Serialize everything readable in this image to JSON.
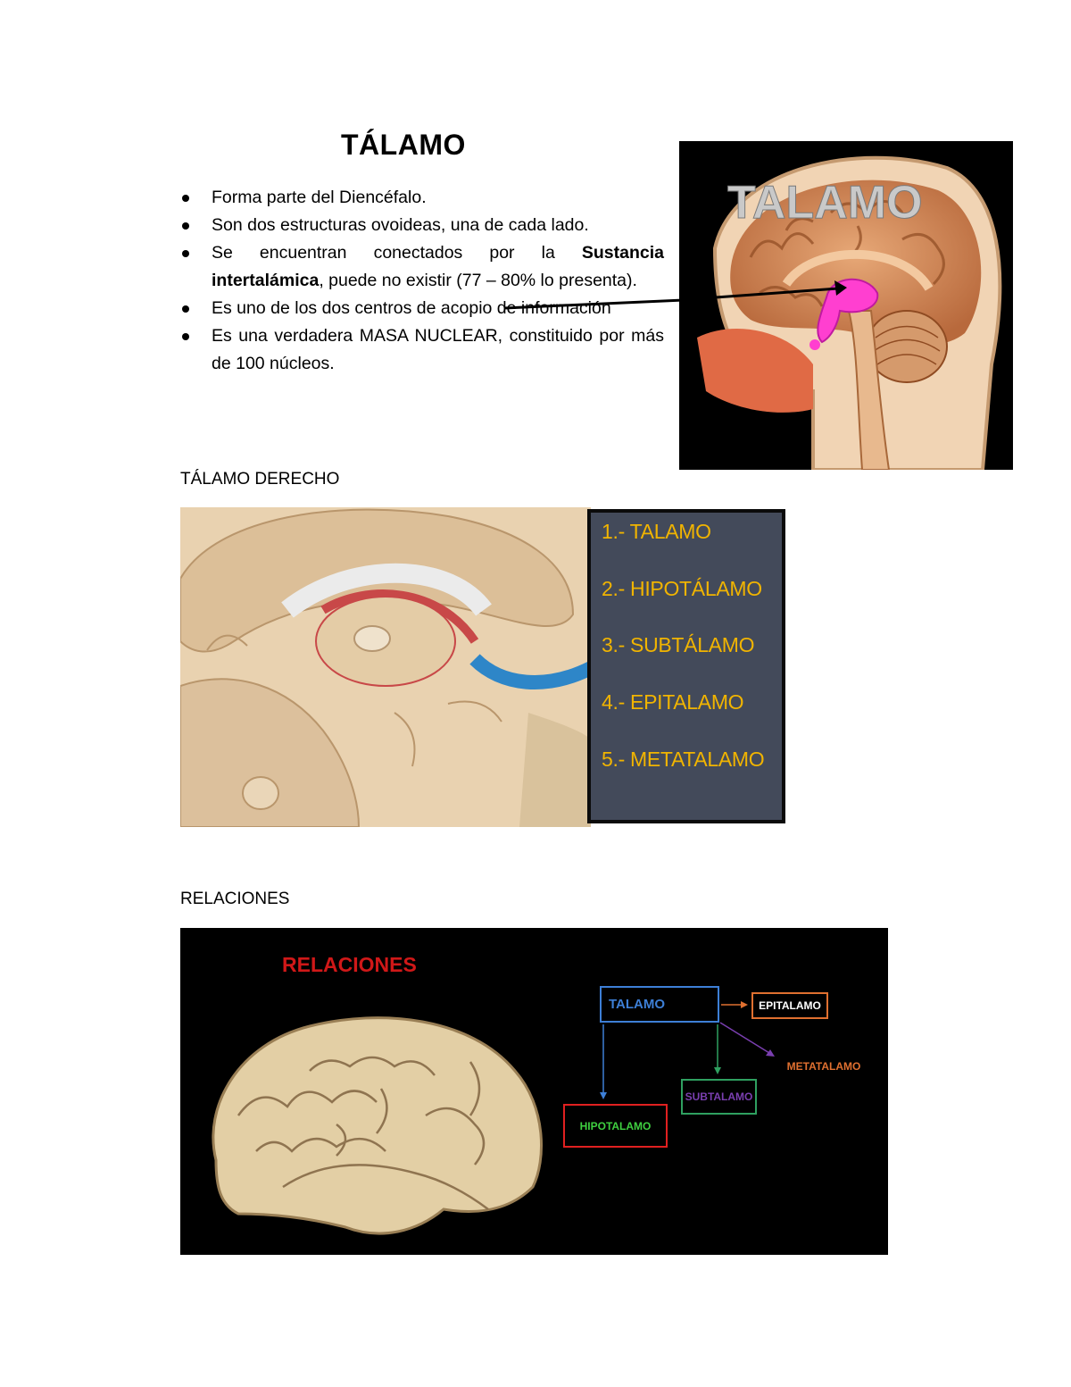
{
  "title": "TÁLAMO",
  "bullets": [
    {
      "parts": [
        {
          "text": "Forma parte del Diencéfalo.",
          "bold": false
        }
      ]
    },
    {
      "parts": [
        {
          "text": "Son dos estructuras ovoideas, una de cada lado.",
          "bold": false
        }
      ]
    },
    {
      "parts": [
        {
          "text": "Se encuentran conectados por la ",
          "bold": false
        },
        {
          "text": "Sustancia intertalámica",
          "bold": true
        },
        {
          "text": ", puede no existir (77 – 80% lo presenta).",
          "bold": false
        }
      ]
    },
    {
      "parts": [
        {
          "text": "Es uno de los dos centros de acopio de información",
          "bold": false
        }
      ]
    },
    {
      "parts": [
        {
          "text": "Es una verdadera MASA NUCLEAR, constituido por más de 100 núcleos.",
          "bold": false
        }
      ]
    }
  ],
  "figure_talamo": {
    "overlay_text": "TALAMO"
  },
  "section_derecho": "TÁLAMO DERECHO",
  "figure_derecho": {
    "items": [
      "1.- TALAMO",
      "2.- HIPOTÁLAMO",
      "3.- SUBTÁLAMO",
      "4.- EPITALAMO",
      "5.- METATALAMO"
    ]
  },
  "section_relaciones": "RELACIONES",
  "figure_relaciones": {
    "heading": "RELACIONES",
    "nodes": {
      "talamo": "TALAMO",
      "epitalamo": "EPITALAMO",
      "metatalamo": "METATALAMO",
      "subtalamo": "SUBTALAMO",
      "hipotalamo": "HIPOTALAMO"
    }
  },
  "colors": {
    "panel_bg": "#434a5a",
    "panel_text": "#f1b400",
    "talamo_highlight": "#ff3fd0",
    "relaciones_heading": "#d01818",
    "node_talamo": "#3d7fd6",
    "node_epitalamo": "#e07030",
    "node_metatalamo": "#e07030",
    "node_subtalamo": "#7a3fb0",
    "node_hipotalamo": "#e02020",
    "node_hipotalamo_text": "#3fd040",
    "node_subtalamo_border": "#2fa060"
  }
}
